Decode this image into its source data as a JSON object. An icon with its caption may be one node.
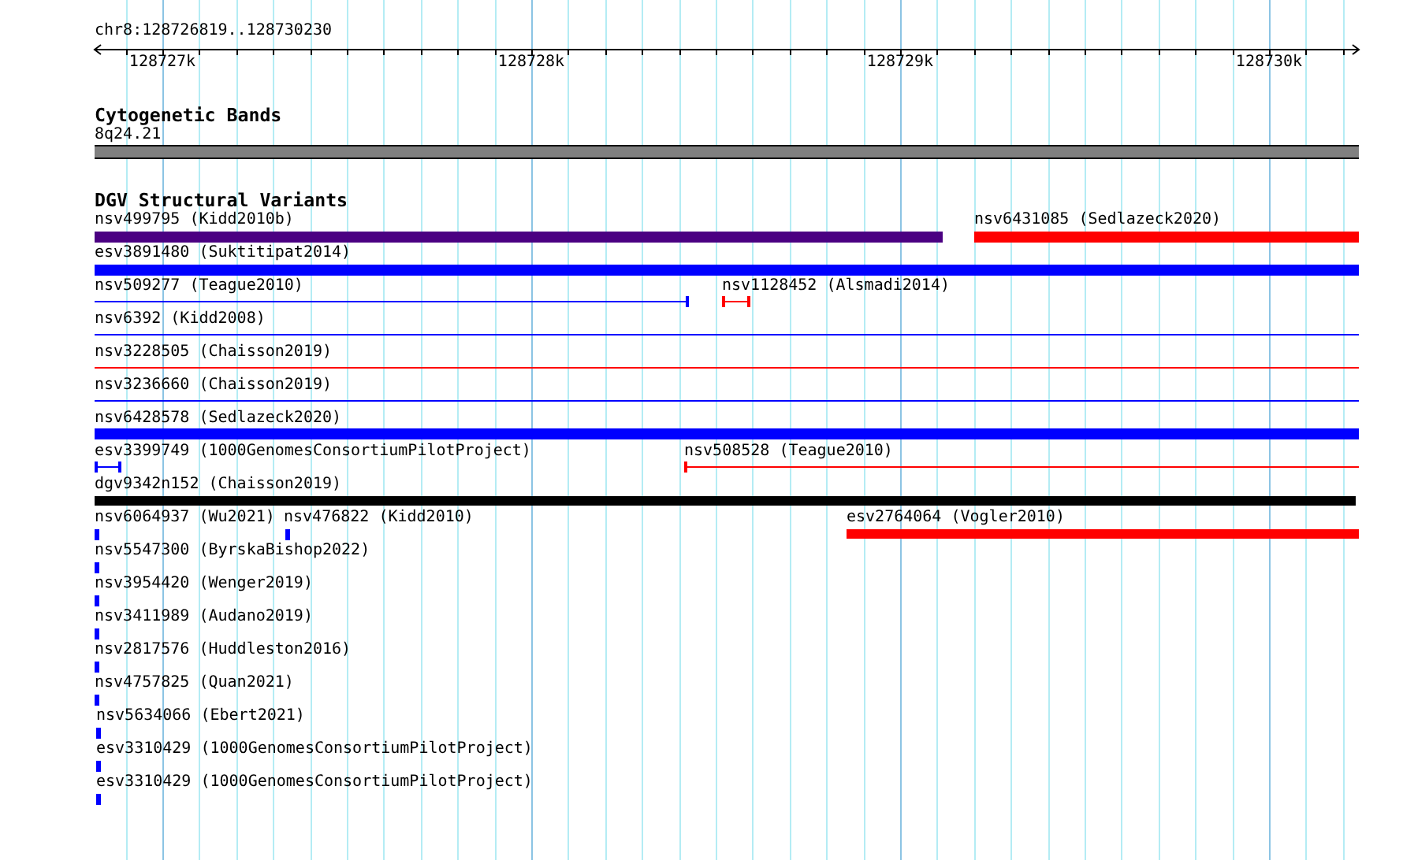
{
  "diagram": {
    "title": "chr8:128726819..128730230",
    "nodes": [
      {
        "text": [],
        "shape": "bar",
        "beside": [
          "8q24.21"
        ]
      },
      {
        "text": [],
        "shape": "bar",
        "beside": [
          "nsv499795 (Kidd2010b)"
        ]
      },
      {
        "text": [],
        "shape": "bar",
        "beside": [
          "nsv6431085 (Sedlazeck2020)"
        ]
      },
      {
        "text": [],
        "shape": "bar",
        "beside": [
          "esv3891480 (Suktitipat2014)"
        ]
      },
      {
        "text": [],
        "shape": "bar",
        "beside": [
          "nsv509277 (Teague2010)"
        ]
      },
      {
        "text": [],
        "shape": "bar",
        "beside": [
          "nsv1128452 (Alsmadi2014)"
        ]
      },
      {
        "text": [],
        "shape": "bar",
        "beside": [
          "nsv6392 (Kidd2008)"
        ]
      },
      {
        "text": [],
        "shape": "bar",
        "beside": [
          "nsv3228505 (Chaisson2019)"
        ]
      },
      {
        "text": [],
        "shape": "bar",
        "beside": [
          "nsv3236660 (Chaisson2019)"
        ]
      },
      {
        "text": [],
        "shape": "bar",
        "beside": [
          "nsv6428578 (Sedlazeck2020)"
        ]
      },
      {
        "text": [],
        "shape": "bar",
        "beside": [
          "esv3399749 (1000GenomesConsortiumPilotProject)"
        ]
      },
      {
        "text": [],
        "shape": "bar",
        "beside": [
          "nsv508528 (Teague2010)"
        ]
      },
      {
        "text": [],
        "shape": "bar",
        "beside": [
          "dgv9342n152 (Chaisson2019)"
        ]
      },
      {
        "text": [],
        "shape": "bar",
        "beside": [
          "nsv6064937 (Wu2021)"
        ]
      },
      {
        "text": [],
        "shape": "bar",
        "beside": [
          "nsv476822 (Kidd2010)"
        ]
      },
      {
        "text": [],
        "shape": "bar",
        "beside": [
          "esv2764064 (Vogler2010)"
        ]
      },
      {
        "text": [],
        "shape": "bar",
        "beside": [
          "nsv5547300 (ByrskaBishop2022)"
        ]
      },
      {
        "text": [],
        "shape": "bar",
        "beside": [
          "nsv3954420 (Wenger2019)"
        ]
      },
      {
        "text": [],
        "shape": "bar",
        "beside": [
          "nsv3411989 (Audano2019)"
        ]
      },
      {
        "text": [],
        "shape": "bar",
        "beside": [
          "nsv2817576 (Huddleston2016)"
        ]
      },
      {
        "text": [],
        "shape": "bar",
        "beside": [
          "nsv4757825 (Quan2021)"
        ]
      },
      {
        "text": [],
        "shape": "bar",
        "beside": [
          "nsv5634066 (Ebert2021)"
        ]
      },
      {
        "text": [],
        "shape": "bar",
        "beside": [
          "esv3310429 (1000GenomesConsortiumPilotProject)"
        ]
      },
      {
        "text": [],
        "shape": "bar",
        "beside": [
          "esv3310429 (1000GenomesConsortiumPilotProject)"
        ]
      }
    ],
    "labels": [
      "128727k",
      "128728k",
      "128729k",
      "128730k",
      "Cytogenetic Bands",
      "DGV Structural Variants"
    ]
  }
}
